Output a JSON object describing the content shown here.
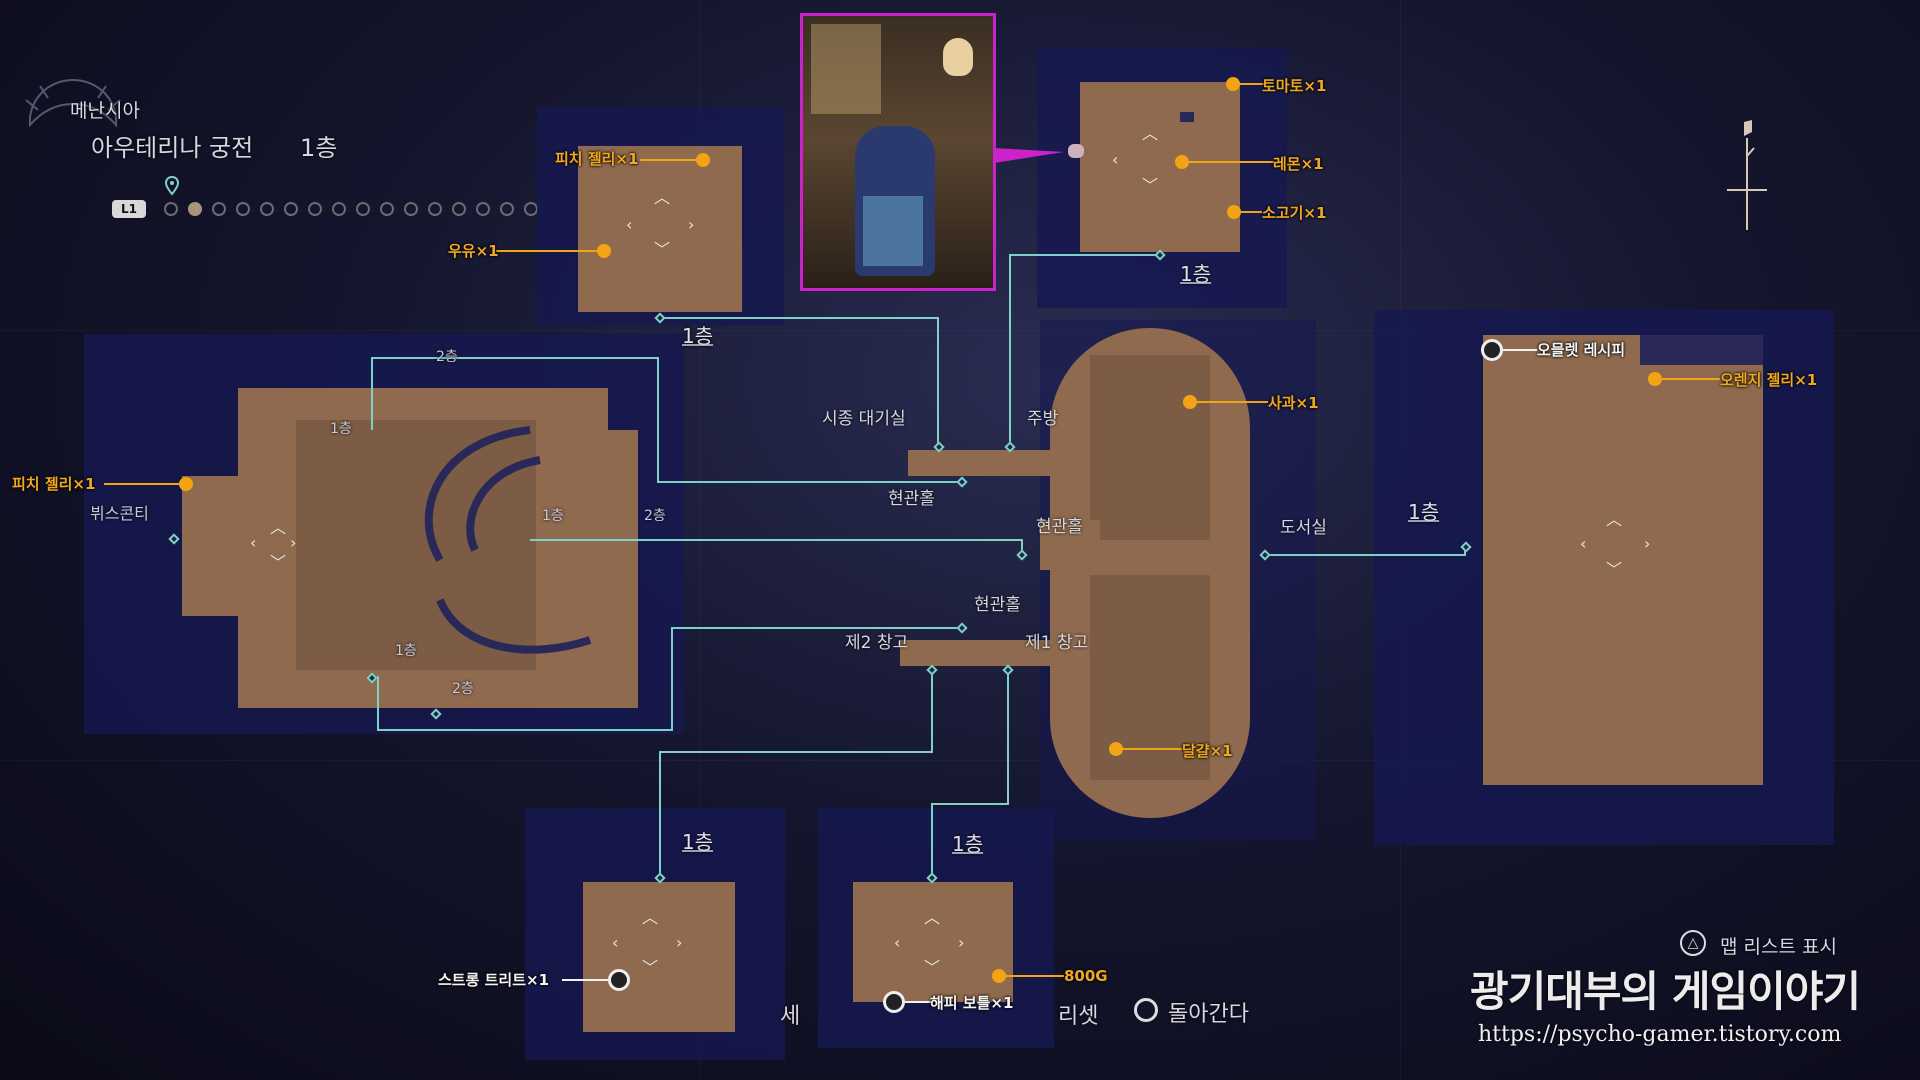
{
  "header": {
    "region": "메난시아",
    "location": "아우테리나 궁전",
    "floor": "1층",
    "l1_button": "L1",
    "page_total": 16,
    "page_active": 2
  },
  "rooms": {
    "visconti": "뷔스콘티",
    "waiting_room": "시종 대기실",
    "kitchen": "주방",
    "entrance_hall_1": "현관홀",
    "entrance_hall_2": "현관홀",
    "entrance_hall_3": "현관홀",
    "library": "도서실",
    "storage_2": "제2 창고",
    "storage_1": "제1 창고"
  },
  "floors": {
    "f_top_left_panel": "1층",
    "f_top_right_panel": "1층",
    "f_left_2a": "2층",
    "f_left_1a": "1층",
    "f_left_1b": "1층",
    "f_left_2b": "2층",
    "f_left_1c": "1층",
    "f_left_2c": "2층",
    "f_right_hall": "1층",
    "f_bottom_left": "1층",
    "f_bottom_mid": "1층"
  },
  "items": {
    "peach_jelly_top": "피치 젤리×1",
    "milk": "우유×1",
    "tomato": "토마토×1",
    "lemon": "레몬×1",
    "beef": "소고기×1",
    "peach_jelly_left": "피치 젤리×1",
    "apple": "사과×1",
    "egg": "달걀×1",
    "omelet_recipe": "오믈렛 레시피",
    "orange_jelly": "오렌지 젤리×1",
    "strong_tree": "스트롱 트리트×1",
    "gold": "800G",
    "happy_bottle": "해피 보틀×1"
  },
  "footer": {
    "map_list": "맵 리스트 표시",
    "back": "돌아간다",
    "partial_left": "세",
    "partial_mid": "리셋"
  },
  "watermark": {
    "title": "광기대부의 게임이야기",
    "url": "https://psycho-gamer.tistory.com"
  },
  "colors": {
    "room": "#8f6a4e",
    "panel": "#161850",
    "item": "#f3a414",
    "connector": "#7fd0c8",
    "callout": "#cc22cc"
  }
}
